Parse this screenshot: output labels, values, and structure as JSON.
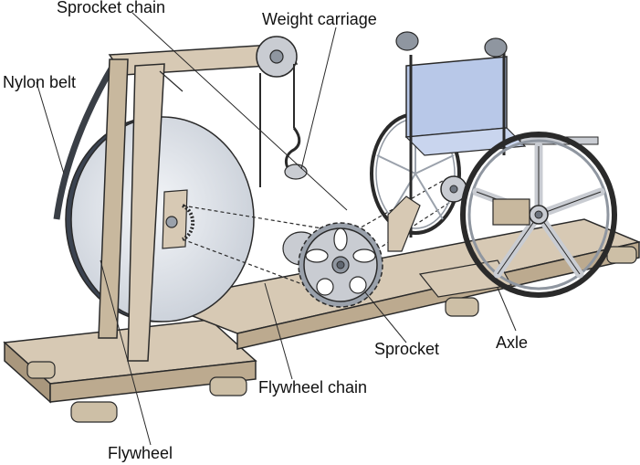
{
  "labels": {
    "sprocket_chain": "Sprocket chain",
    "weight_carriage": "Weight carriage",
    "nylon_belt": "Nylon belt",
    "sprocket": "Sprocket",
    "axle": "Axle",
    "flywheel_chain": "Flywheel chain",
    "flywheel": "Flywheel"
  },
  "colors": {
    "wood": "#d7c9b4",
    "wood_dark": "#a9977d",
    "flywheel": "#dfe3ea",
    "metal": "#c9ccd2",
    "seat": "#b8c8e8",
    "outline": "#2a2a2a"
  }
}
